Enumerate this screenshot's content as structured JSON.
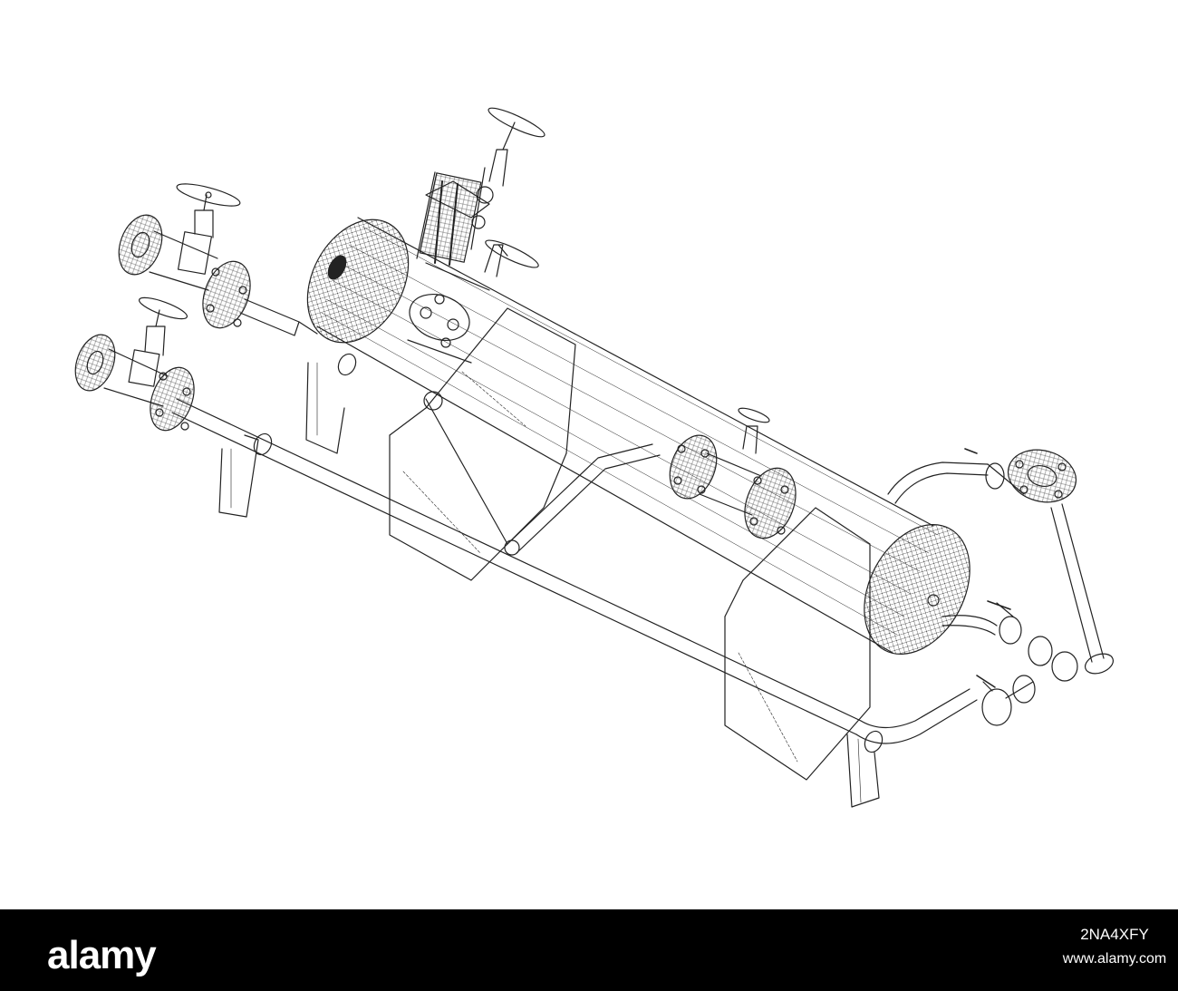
{
  "image": {
    "subject": "wireframe-pressure-vessel",
    "stroke_color": "#222222",
    "background_color": "#ffffff"
  },
  "banner": {
    "background_color": "#000000",
    "text_color": "#ffffff",
    "logo_text": "alamy",
    "image_id_top": "",
    "image_id": "2NA4XFY",
    "site": "www.alamy.com"
  }
}
